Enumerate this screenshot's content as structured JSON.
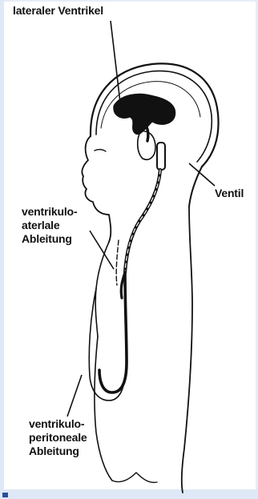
{
  "labels": {
    "lateral_ventricle": "lateraler Ventrikel",
    "valve": "Ventil",
    "ventriculoatrial": "ventrikulo-\naterlale\nAbleitung",
    "ventriculoperitoneal": "ventrikulo-\nperitoneale\nAbleitung"
  },
  "colors": {
    "ink": "#111111",
    "background": "#ffffff",
    "border": "#dfe8f6"
  }
}
